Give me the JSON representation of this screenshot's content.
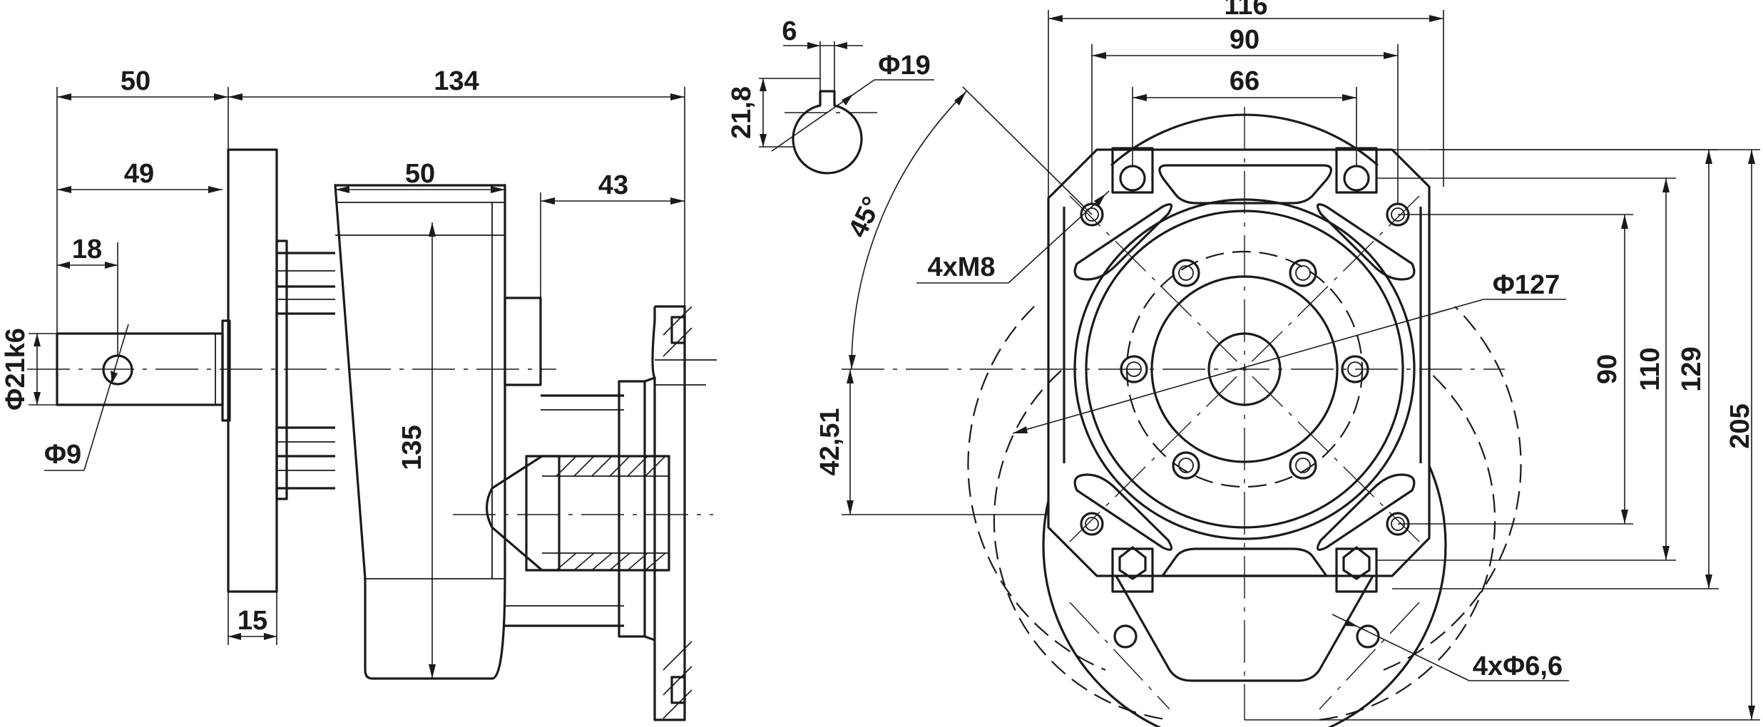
{
  "drawing": {
    "side_view": {
      "overall_length": "134",
      "shaft_length": "50",
      "shaft_to_flange": "49",
      "pin_hole_position": "18",
      "shaft_diameter": "Φ21k6",
      "pin_hole_diameter": "Φ9",
      "flange_thickness": "15",
      "gearbox_width": "50",
      "gearbox_height": "135",
      "output_length": "43"
    },
    "keyway_detail": {
      "key_width": "6",
      "key_height": "21,8",
      "bore_diameter": "Φ19"
    },
    "front_view": {
      "overall_width": "116",
      "bolt_spacing_outer": "90",
      "bolt_spacing_inner": "66",
      "angle": "45°",
      "threaded_holes": "4xM8",
      "pitch_circle": "Φ127",
      "vertical_hole_spacing": "90",
      "height_110": "110",
      "height_129": "129",
      "overall_height": "205",
      "center_height": "42,51",
      "mounting_holes": "4xΦ6,6"
    }
  }
}
